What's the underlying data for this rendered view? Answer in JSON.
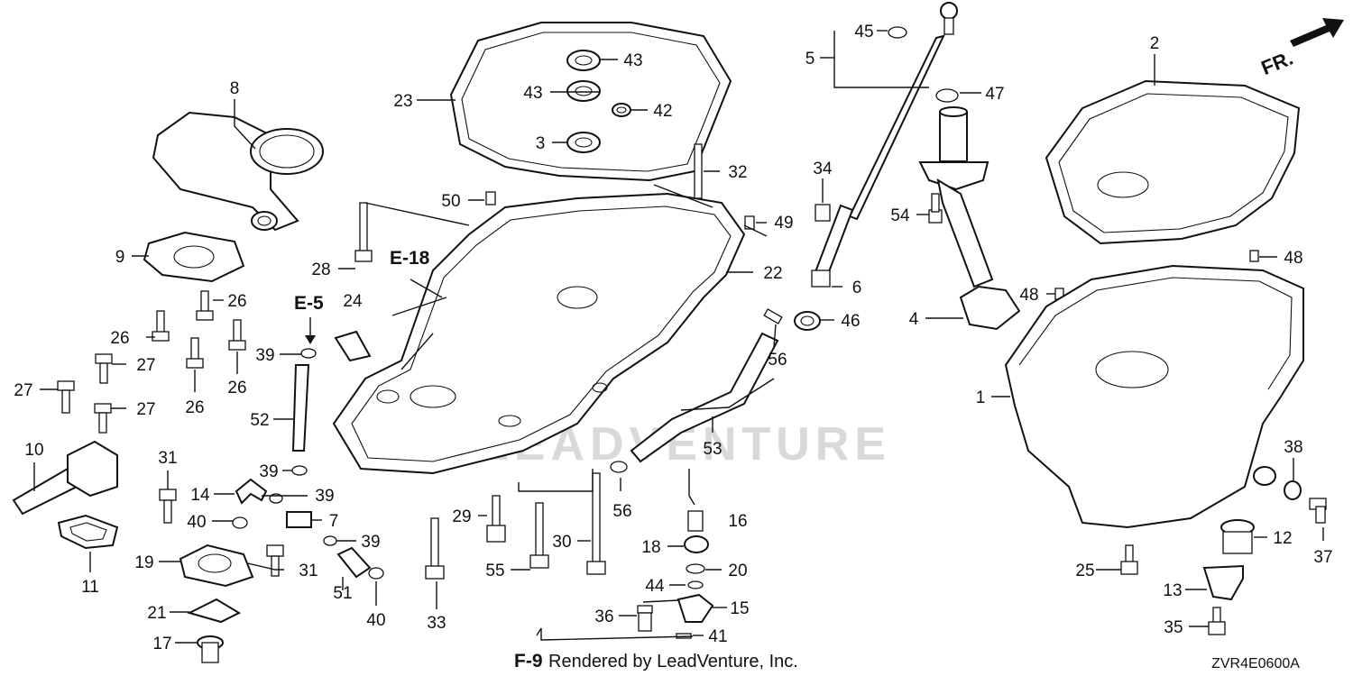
{
  "diagram": {
    "callouts": [
      {
        "label": "45"
      },
      {
        "label": "5"
      },
      {
        "label": "47"
      },
      {
        "label": "2"
      },
      {
        "label": "43"
      },
      {
        "label": "43"
      },
      {
        "label": "42"
      },
      {
        "label": "3"
      },
      {
        "label": "23"
      },
      {
        "label": "8"
      },
      {
        "label": "32"
      },
      {
        "label": "34"
      },
      {
        "label": "50"
      },
      {
        "label": "49"
      },
      {
        "label": "54"
      },
      {
        "label": "48"
      },
      {
        "label": "48"
      },
      {
        "label": "9"
      },
      {
        "label": "28"
      },
      {
        "label": "22"
      },
      {
        "label": "6"
      },
      {
        "label": "4"
      },
      {
        "label": "26"
      },
      {
        "label": "24"
      },
      {
        "label": "46"
      },
      {
        "label": "26"
      },
      {
        "label": "39"
      },
      {
        "label": "56"
      },
      {
        "label": "27"
      },
      {
        "label": "27"
      },
      {
        "label": "26"
      },
      {
        "label": "26"
      },
      {
        "label": "1"
      },
      {
        "label": "27"
      },
      {
        "label": "52"
      },
      {
        "label": "53"
      },
      {
        "label": "10"
      },
      {
        "label": "31"
      },
      {
        "label": "39"
      },
      {
        "label": "38"
      },
      {
        "label": "14"
      },
      {
        "label": "39"
      },
      {
        "label": "56"
      },
      {
        "label": "16"
      },
      {
        "label": "40"
      },
      {
        "label": "7"
      },
      {
        "label": "29"
      },
      {
        "label": "30"
      },
      {
        "label": "37"
      },
      {
        "label": "12"
      },
      {
        "label": "11"
      },
      {
        "label": "39"
      },
      {
        "label": "18"
      },
      {
        "label": "19"
      },
      {
        "label": "31"
      },
      {
        "label": "55"
      },
      {
        "label": "20"
      },
      {
        "label": "25"
      },
      {
        "label": "51"
      },
      {
        "label": "44"
      },
      {
        "label": "13"
      },
      {
        "label": "15"
      },
      {
        "label": "21"
      },
      {
        "label": "36"
      },
      {
        "label": "40"
      },
      {
        "label": "33"
      },
      {
        "label": "35"
      },
      {
        "label": "17"
      },
      {
        "label": "41"
      }
    ],
    "refs": [
      {
        "label": "E-18"
      },
      {
        "label": "E-5"
      },
      {
        "label": "F-9"
      }
    ],
    "direction_label": "FR.",
    "credit": "Rendered by LeadVenture, Inc.",
    "drawing_code": "ZVR4E0600A",
    "watermark": "LEADVENTURE"
  }
}
